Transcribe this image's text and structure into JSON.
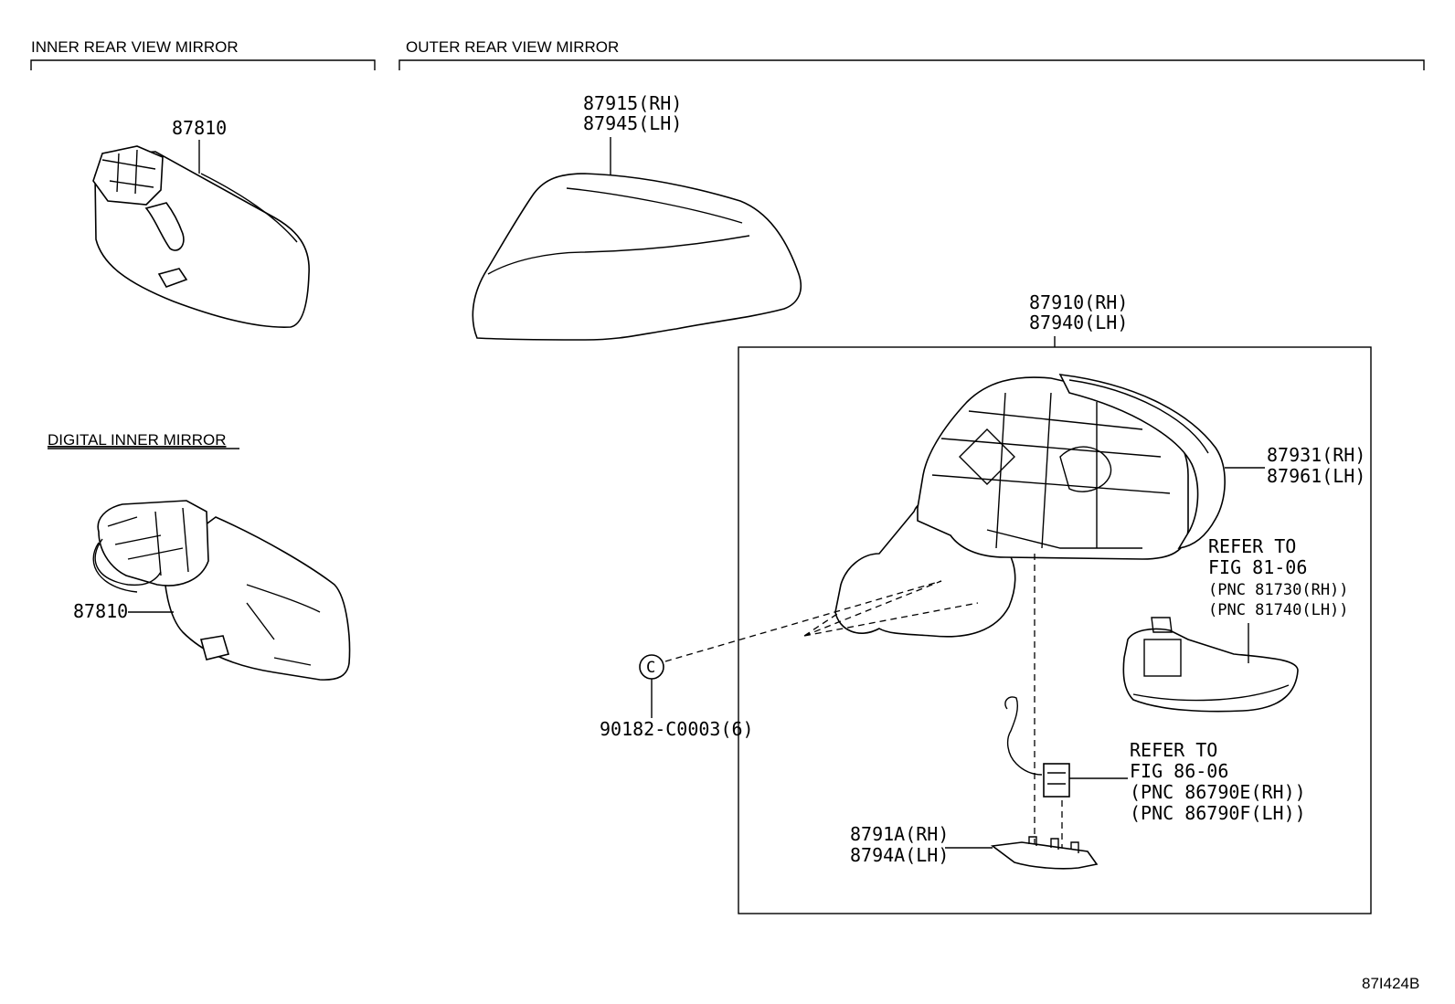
{
  "sections": {
    "inner": "INNER REAR VIEW MIRROR",
    "outer": "OUTER REAR VIEW MIRROR",
    "digital": "DIGITAL INNER MIRROR"
  },
  "labels": {
    "inner_mirror": "87810",
    "digital_mirror": "87810",
    "cover_rh": "87915(RH)",
    "cover_lh": "87945(LH)",
    "assy_rh": "87910(RH)",
    "assy_lh": "87940(LH)",
    "glass_rh": "87931(RH)",
    "glass_lh": "87961(LH)",
    "refer_lamp_1": "REFER TO",
    "refer_lamp_2": "FIG 81-06",
    "refer_lamp_3": "(PNC 81730(RH))",
    "refer_lamp_4": "(PNC 81740(LH))",
    "clip": "90182-C0003(6)",
    "refer_cam_1": "REFER TO",
    "refer_cam_2": "FIG 86-06",
    "refer_cam_3": "(PNC 86790E(RH))",
    "refer_cam_4": "(PNC 86790F(LH))",
    "bracket_rh": "8791A(RH)",
    "bracket_lh": "8794A(LH)",
    "clip_symbol": "C",
    "figure_id": "87I424B"
  }
}
